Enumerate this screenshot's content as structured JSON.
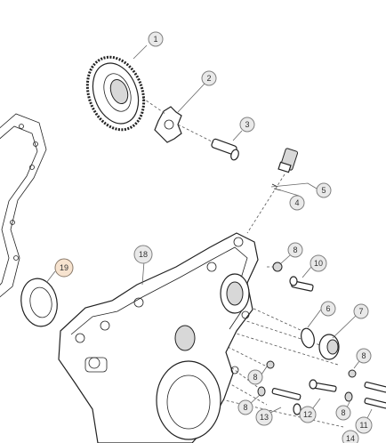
{
  "diagram": {
    "callouts": [
      {
        "id": "1",
        "label": "1",
        "highlight": false
      },
      {
        "id": "2",
        "label": "2",
        "highlight": false
      },
      {
        "id": "3",
        "label": "3",
        "highlight": false
      },
      {
        "id": "4",
        "label": "4",
        "highlight": false
      },
      {
        "id": "5",
        "label": "5",
        "highlight": false
      },
      {
        "id": "6",
        "label": "6",
        "highlight": false
      },
      {
        "id": "7",
        "label": "7",
        "highlight": false
      },
      {
        "id": "8a",
        "label": "8",
        "highlight": false
      },
      {
        "id": "8b",
        "label": "8",
        "highlight": false
      },
      {
        "id": "8c",
        "label": "8",
        "highlight": false
      },
      {
        "id": "8d",
        "label": "8",
        "highlight": false
      },
      {
        "id": "8e",
        "label": "8",
        "highlight": false
      },
      {
        "id": "10",
        "label": "10",
        "highlight": false
      },
      {
        "id": "11",
        "label": "11",
        "highlight": false
      },
      {
        "id": "12",
        "label": "12",
        "highlight": false
      },
      {
        "id": "13",
        "label": "13",
        "highlight": false
      },
      {
        "id": "14",
        "label": "14",
        "highlight": false
      },
      {
        "id": "18",
        "label": "18",
        "highlight": false
      },
      {
        "id": "19",
        "label": "19",
        "highlight": true
      }
    ],
    "colors": {
      "callout_fill": "#e9e9e9",
      "callout_highlight_fill": "#f7e3cf",
      "line": "#222222"
    }
  }
}
